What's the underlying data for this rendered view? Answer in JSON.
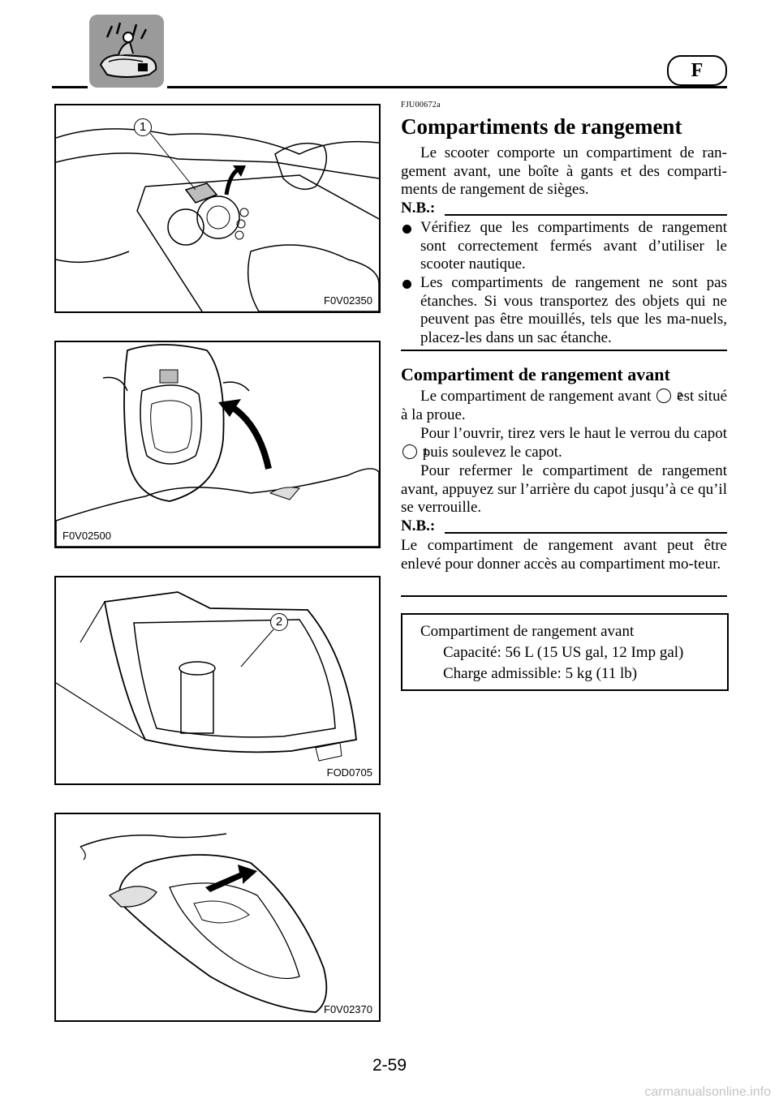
{
  "header": {
    "language_badge": "F",
    "icon": "personal-watercraft-icon"
  },
  "figures": [
    {
      "code": "F0V02350",
      "callouts": [
        "1"
      ]
    },
    {
      "code": "F0V02500",
      "callouts": []
    },
    {
      "code": "FOD0705",
      "callouts": [
        "2"
      ]
    },
    {
      "code": "F0V02370",
      "callouts": []
    }
  ],
  "content": {
    "ref_code": "FJU00672a",
    "title": "Compartiments de rangement",
    "intro": "Le scooter comporte un compartiment de ran-gement avant, une boîte à gants et des comparti-ments de rangement de sièges.",
    "nb_label": "N.B.:",
    "notes": [
      "Vérifiez que les compartiments de rangement sont correctement fermés avant d’utiliser le scooter nautique.",
      "Les compartiments de rangement ne sont pas étanches. Si vous transportez des objets qui ne peuvent pas être mouillés, tels que les ma-nuels, placez-les dans un sac étanche."
    ],
    "subtitle": "Compartiment de rangement avant",
    "p1_a": "Le compartiment de rangement avant",
    "p1_callout": "2",
    "p1_b": "est situé à la proue.",
    "p2_a": "Pour l’ouvrir, tirez vers le haut le verrou du capot",
    "p2_callout": "1",
    "p2_b": "puis soulevez le capot.",
    "p3": "Pour refermer le compartiment de rangement avant, appuyez sur l’arrière du capot jusqu’à ce qu’il se verrouille.",
    "nb2_label": "N.B.:",
    "nb2_text": "Le compartiment de rangement avant peut être enlevé pour donner accès au compartiment mo-teur."
  },
  "spec_box": {
    "title": "Compartiment de rangement avant",
    "capacity": "Capacité: 56 L (15 US gal, 12 Imp gal)",
    "load": "Charge admissible: 5 kg (11 lb)"
  },
  "footer": {
    "page_number": "2-59",
    "watermark": "carmanualsonline.info"
  }
}
